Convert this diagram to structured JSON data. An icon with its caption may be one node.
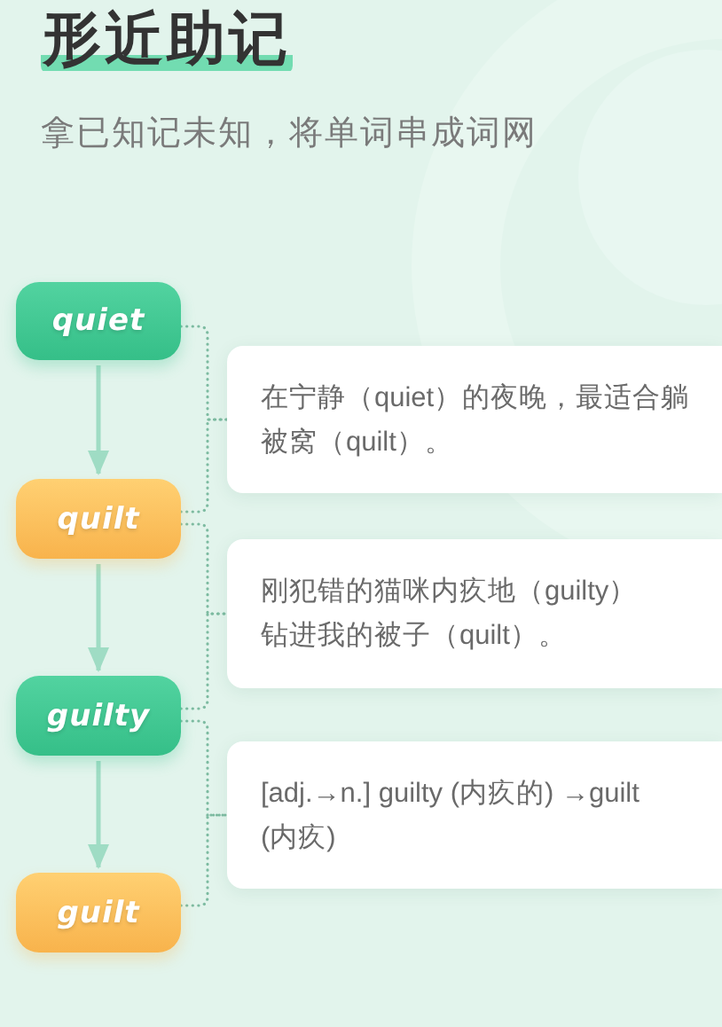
{
  "diagram": {
    "title": "形近助记",
    "nodes": [
      {
        "text": [
          "quiet"
        ]
      },
      {
        "text": [
          "在宁静（quiet）的夜晚，最适合躺被窝（quilt）。"
        ]
      },
      {
        "text": [
          "quilt"
        ]
      },
      {
        "text": [
          "刚犯错的猫咪内疚地（guilty）钻进我的被子（quilt）。"
        ]
      },
      {
        "text": [
          "guilty"
        ]
      },
      {
        "text": [
          "[adj.→n.] guilty (内疚的) →guilt (内疚)"
        ]
      },
      {
        "text": [
          "guilt"
        ]
      }
    ],
    "edges": [
      {
        "from": 0,
        "to": 2,
        "arrow": "to",
        "color": "#9fdcc4"
      },
      {
        "from": 2,
        "to": 4,
        "arrow": "to",
        "color": "#9fdcc4"
      },
      {
        "from": 4,
        "to": 6,
        "arrow": "to",
        "color": "#9fdcc4"
      },
      {
        "from": 0,
        "to": 1,
        "arrow": "none",
        "style": "dashed"
      },
      {
        "from": 2,
        "to": 1,
        "arrow": "none",
        "style": "dashed"
      },
      {
        "from": 2,
        "to": 3,
        "arrow": "none",
        "style": "dashed"
      },
      {
        "from": 4,
        "to": 3,
        "arrow": "none",
        "style": "dashed"
      },
      {
        "from": 4,
        "to": 5,
        "arrow": "none",
        "style": "dashed"
      },
      {
        "from": 6,
        "to": 5,
        "arrow": "none",
        "style": "dashed"
      }
    ],
    "labels": [
      "拿已知记未知，将单词串成词网"
    ]
  }
}
